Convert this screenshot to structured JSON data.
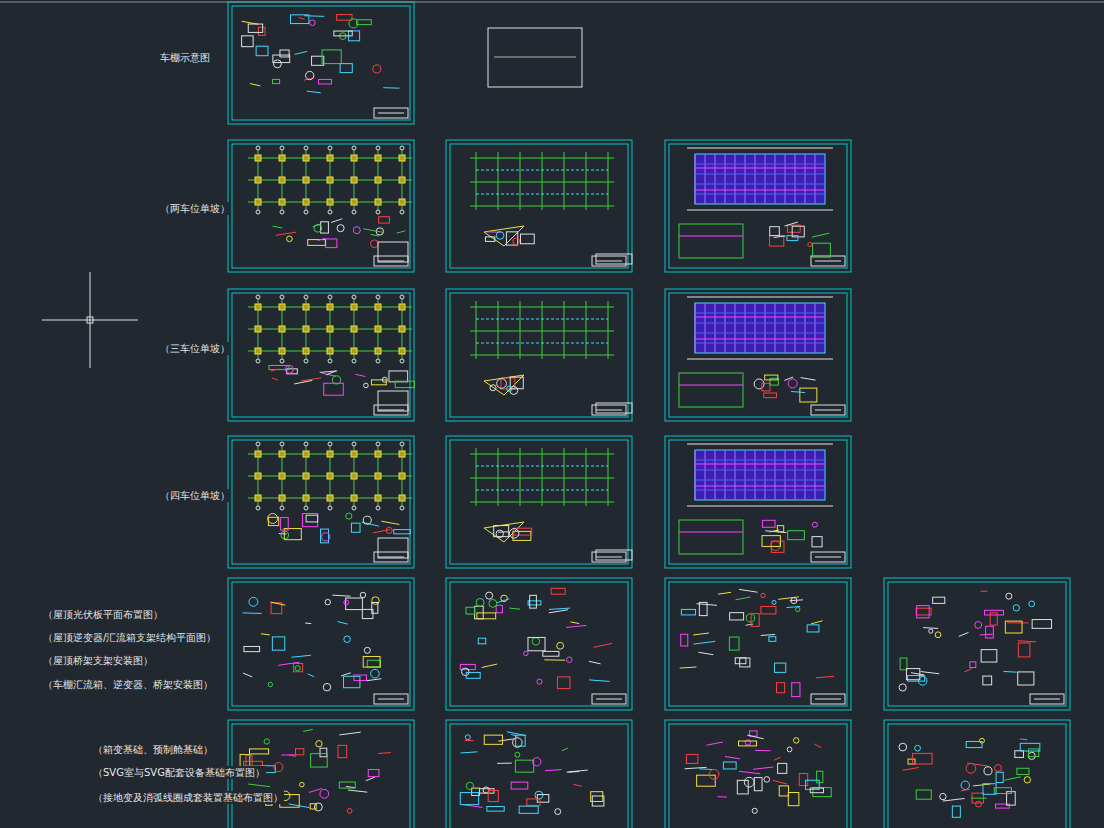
{
  "diagram": {
    "labels": [
      "车棚示意图",
      "（两车位单坡）",
      "（三车位单坡）",
      "（四车位单坡）",
      "（屋顶光伏板平面布置图）",
      "（屋顶逆变器/汇流箱支架结构平面图）",
      "（屋顶桥架支架安装图）",
      "（车棚汇流箱、逆变器、桥架安装图）",
      "（箱变基础、预制舱基础）",
      "（SVG室与SVG配套设备基础布置图）",
      "（接地变及消弧线圈成套装置基础布置图）"
    ]
  }
}
